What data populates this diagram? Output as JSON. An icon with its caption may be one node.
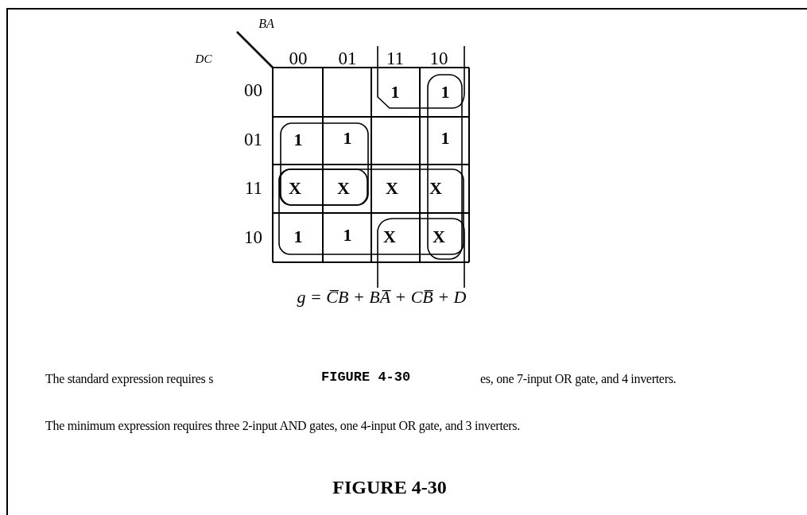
{
  "diagram": {
    "title": "FIGURE 4-30",
    "labels": [
      "BA",
      "DC",
      "00",
      "01",
      "11",
      "10",
      "00",
      "1",
      "1",
      "01",
      "1",
      "1",
      "1",
      "11",
      "X",
      "X",
      "X",
      "X",
      "10",
      "1",
      "1",
      "X",
      "X",
      "g = C̅B + BA̅ + CB̅ + D",
      "The standard expression requires s",
      "FIGURE 4-30",
      "es, one 7-input OR gate, and 4 inverters.",
      "The minimum expression requires three 2-input AND gates, one 4-input OR gate, and 3 inverters."
    ]
  }
}
